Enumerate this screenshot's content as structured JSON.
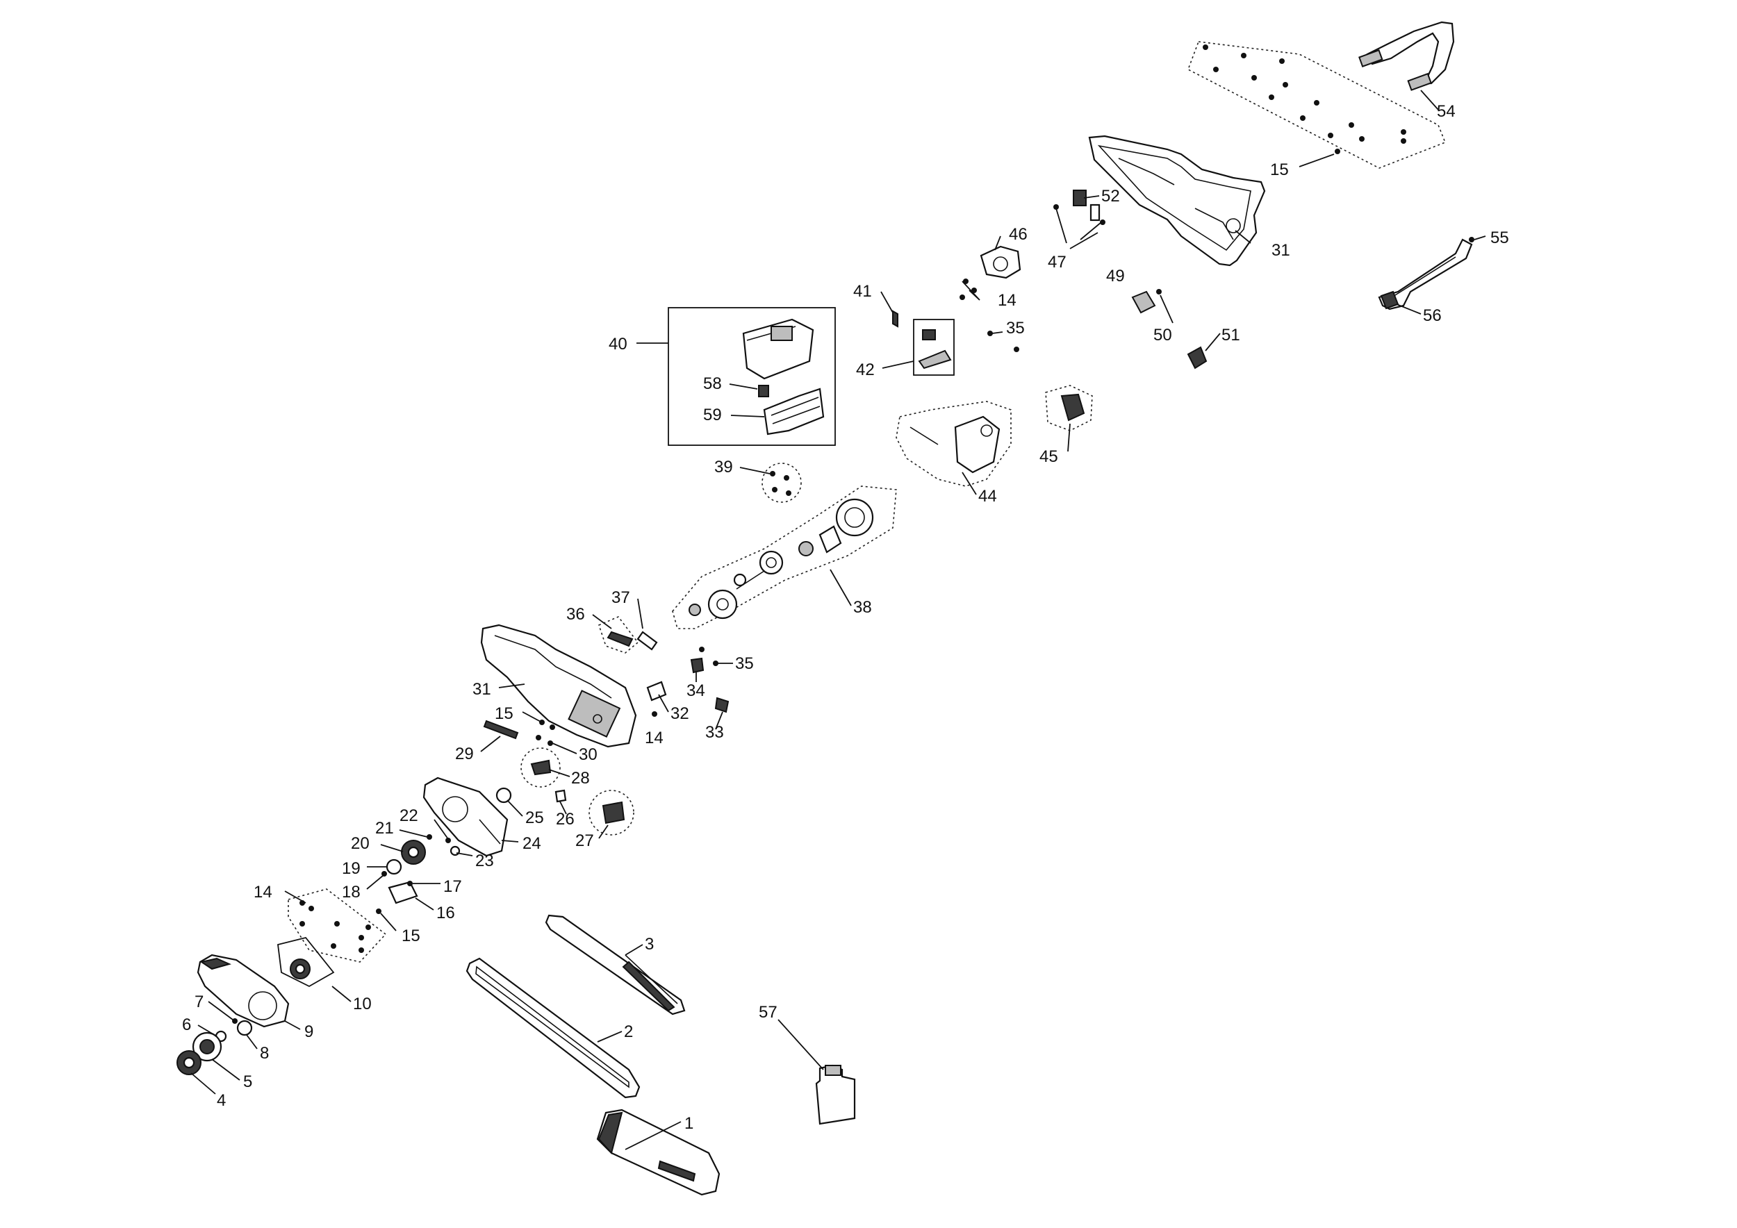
{
  "diagram": {
    "labels": {
      "p1": "1",
      "p2": "2",
      "p3": "3",
      "p4": "4",
      "p5": "5",
      "p6": "6",
      "p7": "7",
      "p8": "8",
      "p9": "9",
      "p10": "10",
      "p14a": "14",
      "p14b": "14",
      "p14c": "14",
      "p15a": "15",
      "p15b": "15",
      "p15c": "15",
      "p16": "16",
      "p17": "17",
      "p18": "18",
      "p19": "19",
      "p20": "20",
      "p21": "21",
      "p22": "22",
      "p23": "23",
      "p24": "24",
      "p25": "25",
      "p26": "26",
      "p27": "27",
      "p28": "28",
      "p29": "29",
      "p30": "30",
      "p31a": "31",
      "p31b": "31",
      "p32": "32",
      "p33": "33",
      "p34": "34",
      "p35a": "35",
      "p35b": "35",
      "p36": "36",
      "p37": "37",
      "p38": "38",
      "p39": "39",
      "p40": "40",
      "p41": "41",
      "p42": "42",
      "p44": "44",
      "p45": "45",
      "p46": "46",
      "p47": "47",
      "p49": "49",
      "p50": "50",
      "p51": "51",
      "p52": "52",
      "p54": "54",
      "p55": "55",
      "p56": "56",
      "p57": "57",
      "p58": "58",
      "p59": "59"
    }
  }
}
